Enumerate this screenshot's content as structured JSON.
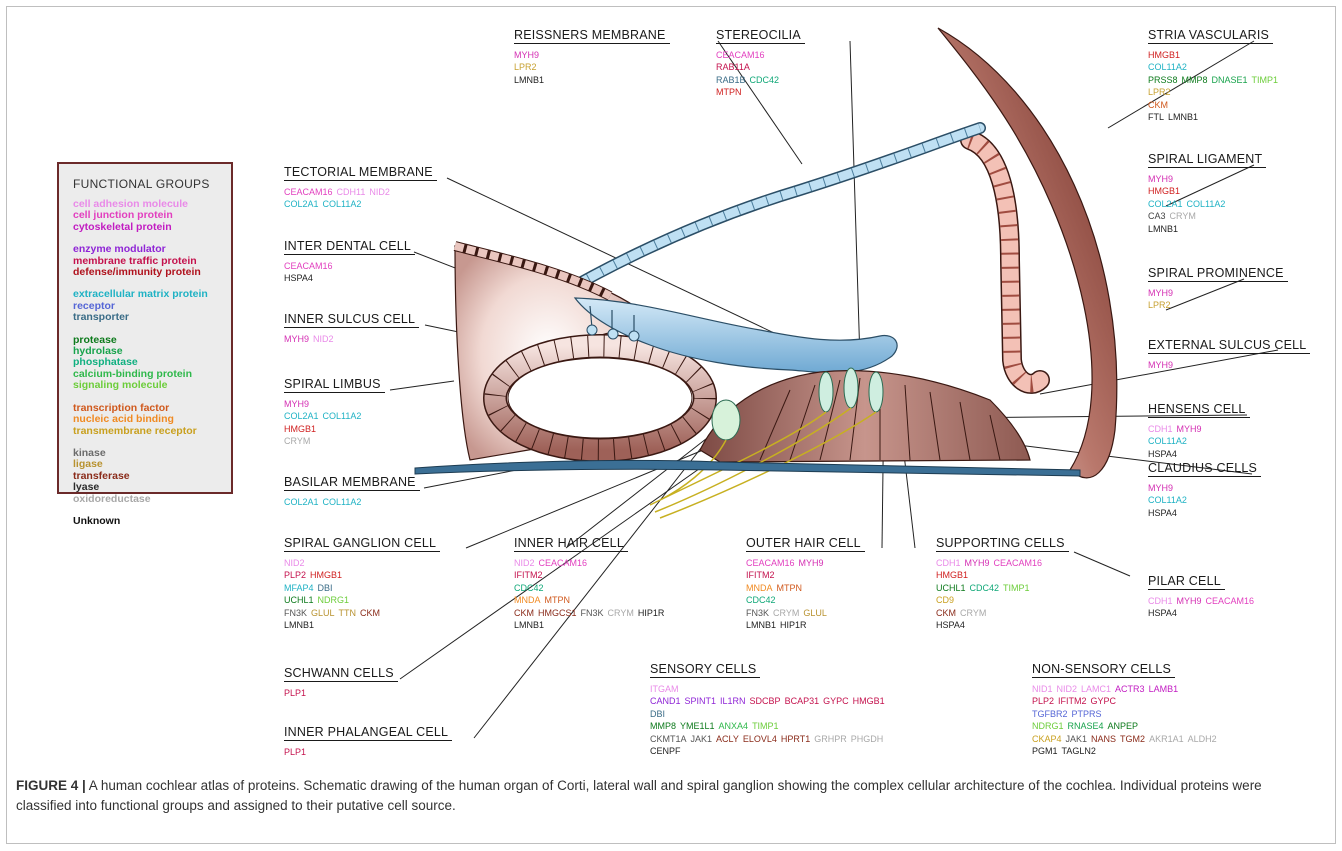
{
  "legend": {
    "title": "FUNCTIONAL GROUPS",
    "groups": [
      [
        {
          "label": "cell adhesion molecule",
          "color": "#e98ae8"
        },
        {
          "label": "cell junction protein",
          "color": "#e23fbf"
        },
        {
          "label": "cytoskeletal protein",
          "color": "#c21cc2"
        }
      ],
      [
        {
          "label": "enzyme modulator",
          "color": "#8f25d6"
        },
        {
          "label": "membrane traffic protein",
          "color": "#c4124d"
        },
        {
          "label": "defense/immunity protein",
          "color": "#b0121d"
        }
      ],
      [
        {
          "label": "extracellular matrix protein",
          "color": "#1fb2c4"
        },
        {
          "label": "receptor",
          "color": "#5566d6"
        },
        {
          "label": "transporter",
          "color": "#3a6c87"
        }
      ],
      [
        {
          "label": "protease",
          "color": "#0d7a1c"
        },
        {
          "label": "hydrolase",
          "color": "#18a34c"
        },
        {
          "label": "phosphatase",
          "color": "#10b080"
        },
        {
          "label": "calcium-binding protein",
          "color": "#2fb84b"
        },
        {
          "label": "signaling molecule",
          "color": "#6ccd3a"
        }
      ],
      [
        {
          "label": "transcription factor",
          "color": "#d0591d"
        },
        {
          "label": "nucleic acid binding",
          "color": "#f08a22"
        },
        {
          "label": "transmembrane receptor",
          "color": "#c9a01f"
        }
      ],
      [
        {
          "label": "kinase",
          "color": "#6b6b6b"
        },
        {
          "label": "ligase",
          "color": "#b8922f"
        },
        {
          "label": "transferase",
          "color": "#8a2b1a"
        },
        {
          "label": "lyase",
          "color": "#2a2a2a"
        },
        {
          "label": "oxidoreductase",
          "color": "#a8a8a8"
        }
      ],
      [
        {
          "label": "Unknown",
          "color": "#111111"
        }
      ]
    ]
  },
  "labels": [
    {
      "id": "reissners-membrane",
      "title": "REISSNERS MEMBRANE",
      "rows": [
        [
          {
            "t": "MYH9",
            "c": "#d42fb3"
          }
        ],
        [
          {
            "t": "LPR2",
            "c": "#c7a131"
          }
        ],
        [
          {
            "t": "LMNB1",
            "c": "#222222"
          }
        ]
      ]
    },
    {
      "id": "stereocilia",
      "title": "STEREOCILIA",
      "rows": [
        [
          {
            "t": "CEACAM16",
            "c": "#e23fbf"
          }
        ],
        [
          {
            "t": "RAB11A",
            "c": "#c4124d"
          }
        ],
        [
          {
            "t": "RAB1B",
            "c": "#3a6c87"
          },
          {
            "t": "CDC42",
            "c": "#10a878"
          }
        ],
        [
          {
            "t": "MTPN",
            "c": "#d02020"
          }
        ]
      ]
    },
    {
      "id": "stria-vascularis",
      "title": "STRIA VASCULARIS",
      "rows": [
        [
          {
            "t": "HMGB1",
            "c": "#d02020"
          }
        ],
        [
          {
            "t": "COL11A2",
            "c": "#1fb2c4"
          }
        ],
        [
          {
            "t": "PRSS8",
            "c": "#0d7a1c"
          },
          {
            "t": "MMP8",
            "c": "#0d7a1c"
          },
          {
            "t": "DNASE1",
            "c": "#18a34c"
          },
          {
            "t": "TIMP1",
            "c": "#6ccd3a"
          }
        ],
        [
          {
            "t": "LPR2",
            "c": "#c7a131"
          }
        ],
        [
          {
            "t": "CKM",
            "c": "#d0591d"
          }
        ],
        [
          {
            "t": "FTL",
            "c": "#222222"
          },
          {
            "t": "LMNB1",
            "c": "#222222"
          }
        ]
      ]
    },
    {
      "id": "tectorial-membrane",
      "title": "TECTORIAL MEMBRANE",
      "rows": [
        [
          {
            "t": "CEACAM16",
            "c": "#e23fbf"
          },
          {
            "t": "CDH11",
            "c": "#e98ae8"
          },
          {
            "t": "NID2",
            "c": "#e98ae8"
          }
        ],
        [
          {
            "t": "COL2A1",
            "c": "#1fb2c4"
          },
          {
            "t": "COL11A2",
            "c": "#1fb2c4"
          }
        ]
      ]
    },
    {
      "id": "spiral-ligament",
      "title": "SPIRAL LIGAMENT",
      "rows": [
        [
          {
            "t": "MYH9",
            "c": "#d42fb3"
          }
        ],
        [
          {
            "t": "HMGB1",
            "c": "#d02020"
          }
        ],
        [
          {
            "t": "COL2A1",
            "c": "#1fb2c4"
          },
          {
            "t": "COL11A2",
            "c": "#1fb2c4"
          }
        ],
        [
          {
            "t": "CA3",
            "c": "#444444"
          },
          {
            "t": "CRYM",
            "c": "#a8a8a8"
          }
        ],
        [
          {
            "t": "LMNB1",
            "c": "#222222"
          }
        ]
      ]
    },
    {
      "id": "inter-dental-cell",
      "title": "INTER DENTAL CELL",
      "rows": [
        [
          {
            "t": "CEACAM16",
            "c": "#e23fbf"
          }
        ],
        [
          {
            "t": "HSPA4",
            "c": "#222222"
          }
        ]
      ]
    },
    {
      "id": "spiral-prominence",
      "title": "SPIRAL PROMINENCE",
      "rows": [
        [
          {
            "t": "MYH9",
            "c": "#d42fb3"
          }
        ],
        [
          {
            "t": "LPR2",
            "c": "#c7a131"
          }
        ]
      ]
    },
    {
      "id": "inner-sulcus-cell",
      "title": "INNER SULCUS CELL",
      "rows": [
        [
          {
            "t": "MYH9",
            "c": "#d42fb3"
          },
          {
            "t": "NID2",
            "c": "#e98ae8"
          }
        ]
      ]
    },
    {
      "id": "external-sulcus-cell",
      "title": "EXTERNAL SULCUS CELL",
      "rows": [
        [
          {
            "t": "MYH9",
            "c": "#d42fb3"
          }
        ]
      ]
    },
    {
      "id": "spiral-limbus",
      "title": "SPIRAL LIMBUS",
      "rows": [
        [
          {
            "t": "MYH9",
            "c": "#d42fb3"
          }
        ],
        [
          {
            "t": "COL2A1",
            "c": "#1fb2c4"
          },
          {
            "t": "COL11A2",
            "c": "#1fb2c4"
          }
        ],
        [
          {
            "t": "HMGB1",
            "c": "#d02020"
          }
        ],
        [
          {
            "t": "CRYM",
            "c": "#a8a8a8"
          }
        ]
      ]
    },
    {
      "id": "hensens-cell",
      "title": "HENSENS CELL",
      "rows": [
        [
          {
            "t": "CDH1",
            "c": "#e98ae8"
          },
          {
            "t": "MYH9",
            "c": "#d42fb3"
          }
        ],
        [
          {
            "t": "COL11A2",
            "c": "#1fb2c4"
          }
        ],
        [
          {
            "t": "HSPA4",
            "c": "#222222"
          }
        ]
      ]
    },
    {
      "id": "basilar-membrane",
      "title": "BASILAR MEMBRANE",
      "rows": [
        [
          {
            "t": "COL2A1",
            "c": "#1fb2c4"
          },
          {
            "t": "COL11A2",
            "c": "#1fb2c4"
          }
        ]
      ]
    },
    {
      "id": "claudius-cells",
      "title": "CLAUDIUS CELLS",
      "rows": [
        [
          {
            "t": "MYH9",
            "c": "#d42fb3"
          }
        ],
        [
          {
            "t": "COL11A2",
            "c": "#1fb2c4"
          }
        ],
        [
          {
            "t": "HSPA4",
            "c": "#222222"
          }
        ]
      ]
    },
    {
      "id": "spiral-ganglion-cell",
      "title": "SPIRAL GANGLION CELL",
      "rows": [
        [
          {
            "t": "NID2",
            "c": "#e98ae8"
          }
        ],
        [
          {
            "t": "PLP2",
            "c": "#c4124d"
          },
          {
            "t": "HMGB1",
            "c": "#d02020"
          }
        ],
        [
          {
            "t": "MFAP4",
            "c": "#1fb2c4"
          },
          {
            "t": "DBI",
            "c": "#3a6c87"
          }
        ],
        [
          {
            "t": "UCHL1",
            "c": "#0d7a1c"
          },
          {
            "t": "NDRG1",
            "c": "#6ccd3a"
          }
        ],
        [
          {
            "t": "FN3K",
            "c": "#555555"
          },
          {
            "t": "GLUL",
            "c": "#b8922f"
          },
          {
            "t": "TTN",
            "c": "#b8922f"
          },
          {
            "t": "CKM",
            "c": "#8a2b1a"
          }
        ],
        [
          {
            "t": "LMNB1",
            "c": "#222222"
          }
        ]
      ]
    },
    {
      "id": "inner-hair-cell",
      "title": "INNER HAIR CELL",
      "rows": [
        [
          {
            "t": "NID2",
            "c": "#e98ae8"
          },
          {
            "t": "CEACAM16",
            "c": "#e23fbf"
          }
        ],
        [
          {
            "t": "IFITM2",
            "c": "#c4124d"
          }
        ],
        [
          {
            "t": "CDC42",
            "c": "#10a878"
          }
        ],
        [
          {
            "t": "MNDA",
            "c": "#f08a22"
          },
          {
            "t": "MTPN",
            "c": "#d0591d"
          }
        ],
        [
          {
            "t": "CKM",
            "c": "#8a2b1a"
          },
          {
            "t": "HMGCS1",
            "c": "#8a2b1a"
          },
          {
            "t": "FN3K",
            "c": "#555555"
          },
          {
            "t": "CRYM",
            "c": "#a8a8a8"
          },
          {
            "t": "HIP1R",
            "c": "#222222"
          }
        ],
        [
          {
            "t": "LMNB1",
            "c": "#222222"
          }
        ]
      ]
    },
    {
      "id": "outer-hair-cell",
      "title": "OUTER HAIR CELL",
      "rows": [
        [
          {
            "t": "CEACAM16",
            "c": "#e23fbf"
          },
          {
            "t": "MYH9",
            "c": "#d42fb3"
          }
        ],
        [
          {
            "t": "IFITM2",
            "c": "#c4124d"
          }
        ],
        [
          {
            "t": "MNDA",
            "c": "#f08a22"
          },
          {
            "t": "MTPN",
            "c": "#d0591d"
          }
        ],
        [
          {
            "t": "CDC42",
            "c": "#10a878"
          }
        ],
        [
          {
            "t": "FN3K",
            "c": "#555555"
          },
          {
            "t": "CRYM",
            "c": "#a8a8a8"
          },
          {
            "t": "GLUL",
            "c": "#b8922f"
          }
        ],
        [
          {
            "t": "LMNB1",
            "c": "#222222"
          },
          {
            "t": "HIP1R",
            "c": "#222222"
          }
        ]
      ]
    },
    {
      "id": "supporting-cells",
      "title": "SUPPORTING CELLS",
      "rows": [
        [
          {
            "t": "CDH1",
            "c": "#e98ae8"
          },
          {
            "t": "MYH9",
            "c": "#d42fb3"
          },
          {
            "t": "CEACAM16",
            "c": "#e23fbf"
          }
        ],
        [
          {
            "t": "HMGB1",
            "c": "#d02020"
          }
        ],
        [
          {
            "t": "UCHL1",
            "c": "#0d7a1c"
          },
          {
            "t": "CDC42",
            "c": "#10a878"
          },
          {
            "t": "TIMP1",
            "c": "#6ccd3a"
          }
        ],
        [
          {
            "t": "CD9",
            "c": "#c9a01f"
          }
        ],
        [
          {
            "t": "CKM",
            "c": "#8a2b1a"
          },
          {
            "t": "CRYM",
            "c": "#a8a8a8"
          }
        ],
        [
          {
            "t": "HSPA4",
            "c": "#222222"
          }
        ]
      ]
    },
    {
      "id": "pilar-cell",
      "title": "PILAR CELL",
      "rows": [
        [
          {
            "t": "CDH1",
            "c": "#e98ae8"
          },
          {
            "t": "MYH9",
            "c": "#d42fb3"
          },
          {
            "t": "CEACAM16",
            "c": "#e23fbf"
          }
        ],
        [
          {
            "t": "HSPA4",
            "c": "#222222"
          }
        ]
      ]
    },
    {
      "id": "schwann-cells",
      "title": "SCHWANN CELLS",
      "rows": [
        [
          {
            "t": "PLP1",
            "c": "#c4124d"
          }
        ]
      ]
    },
    {
      "id": "sensory-cells",
      "title": "SENSORY CELLS",
      "rows": [
        [
          {
            "t": "ITGAM",
            "c": "#e98ae8"
          }
        ],
        [
          {
            "t": "CAND1",
            "c": "#8f25d6"
          },
          {
            "t": "SPINT1",
            "c": "#8f25d6"
          },
          {
            "t": "IL1RN",
            "c": "#8f25d6"
          },
          {
            "t": "SDCBP",
            "c": "#c4124d"
          },
          {
            "t": "BCAP31",
            "c": "#c4124d"
          },
          {
            "t": "GYPC",
            "c": "#c4124d"
          },
          {
            "t": "HMGB1",
            "c": "#c4124d"
          }
        ],
        [
          {
            "t": "DBI",
            "c": "#3a6c87"
          }
        ],
        [
          {
            "t": "MMP8",
            "c": "#0d7a1c"
          },
          {
            "t": "YME1L1",
            "c": "#0d7a1c"
          },
          {
            "t": "ANXA4",
            "c": "#2fb84b"
          },
          {
            "t": "TIMP1",
            "c": "#6ccd3a"
          }
        ],
        [
          {
            "t": "CKMT1A",
            "c": "#555555"
          },
          {
            "t": "JAK1",
            "c": "#555555"
          },
          {
            "t": "ACLY",
            "c": "#8a2b1a"
          },
          {
            "t": "ELOVL4",
            "c": "#8a2b1a"
          },
          {
            "t": "HPRT1",
            "c": "#8a2b1a"
          },
          {
            "t": "GRHPR",
            "c": "#a8a8a8"
          },
          {
            "t": "PHGDH",
            "c": "#a8a8a8"
          }
        ],
        [
          {
            "t": "CENPF",
            "c": "#222222"
          }
        ]
      ]
    },
    {
      "id": "non-sensory-cells",
      "title": "NON-SENSORY CELLS",
      "rows": [
        [
          {
            "t": "NID1",
            "c": "#e98ae8"
          },
          {
            "t": "NID2",
            "c": "#e98ae8"
          },
          {
            "t": "LAMC1",
            "c": "#e98ae8"
          },
          {
            "t": "ACTR3",
            "c": "#c21cc2"
          },
          {
            "t": "LAMB1",
            "c": "#c21cc2"
          }
        ],
        [
          {
            "t": "PLP2",
            "c": "#c4124d"
          },
          {
            "t": "IFITM2",
            "c": "#c4124d"
          },
          {
            "t": "GYPC",
            "c": "#c4124d"
          }
        ],
        [
          {
            "t": "TGFBR2",
            "c": "#5566d6"
          },
          {
            "t": "PTPRS",
            "c": "#5566d6"
          }
        ],
        [
          {
            "t": "NDRG1",
            "c": "#6ccd3a"
          },
          {
            "t": "RNASE4",
            "c": "#18a34c"
          },
          {
            "t": "ANPEP",
            "c": "#0d7a1c"
          }
        ],
        [
          {
            "t": "CKAP4",
            "c": "#c9a01f"
          },
          {
            "t": "JAK1",
            "c": "#555555"
          },
          {
            "t": "NANS",
            "c": "#8a2b1a"
          },
          {
            "t": "TGM2",
            "c": "#8a2b1a"
          },
          {
            "t": "AKR1A1",
            "c": "#a8a8a8"
          },
          {
            "t": "ALDH2",
            "c": "#a8a8a8"
          }
        ],
        [
          {
            "t": "PGM1",
            "c": "#222222"
          },
          {
            "t": "TAGLN2",
            "c": "#222222"
          }
        ]
      ]
    },
    {
      "id": "inner-phalangeal-cell",
      "title": "INNER PHALANGEAL CELL",
      "rows": [
        [
          {
            "t": "PLP1",
            "c": "#c4124d"
          }
        ]
      ]
    }
  ],
  "caption": {
    "figure_label": "FIGURE 4 |",
    "text": " A human cochlear atlas of proteins. Schematic drawing of the human organ of Corti, lateral wall and spiral ganglion showing the complex cellular architecture of the cochlea. Individual proteins were classified into functional groups and assigned to their putative cell source."
  }
}
